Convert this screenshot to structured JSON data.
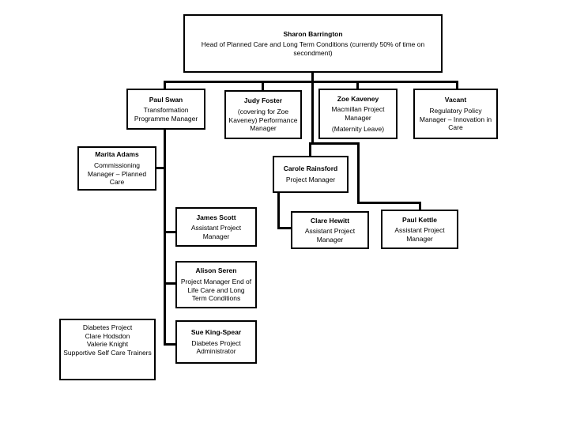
{
  "diagram": {
    "type": "org-chart",
    "background_color": "#ffffff",
    "line_color": "#000000",
    "boxes": {
      "sharon": {
        "name": "Sharon Barrington",
        "role": "Head of Planned Care and Long Term Conditions (currently 50% of time on secondment)"
      },
      "paul_swan": {
        "name": "Paul Swan",
        "role": "Transformation Programme Manager"
      },
      "judy_foster": {
        "name": "Judy Foster",
        "role": "(covering for Zoe Kaveney) Performance Manager"
      },
      "zoe_kaveney": {
        "name": "Zoe Kaveney",
        "role": "Macmillan Project Manager",
        "note": "(Maternity Leave)"
      },
      "vacant": {
        "name": "Vacant",
        "role": "Regulatory Policy Manager – Innovation in Care"
      },
      "marita_adams": {
        "name": "Marita Adams",
        "role": "Commissioning Manager – Planned Care"
      },
      "carole_rainsford": {
        "name": "Carole Rainsford",
        "role": "Project Manager"
      },
      "james_scott": {
        "name": "James Scott",
        "role": "Assistant Project Manager"
      },
      "clare_hewitt": {
        "name": "Clare Hewitt",
        "role": "Assistant Project Manager"
      },
      "paul_kettle": {
        "name": "Paul Kettle",
        "role": "Assistant Project Manager"
      },
      "alison_seren": {
        "name": "Alison Seren",
        "role": "Project Manager End of Life Care and Long Term Conditions"
      },
      "sue_king_spear": {
        "name": "Sue King-Spear",
        "role": "Diabetes Project Administrator"
      },
      "diabetes_team": {
        "line1": "Diabetes Project",
        "line2": "Clare Hodsdon",
        "line3": "Valerie Knight",
        "line4": "Supportive Self Care Trainers"
      }
    }
  }
}
